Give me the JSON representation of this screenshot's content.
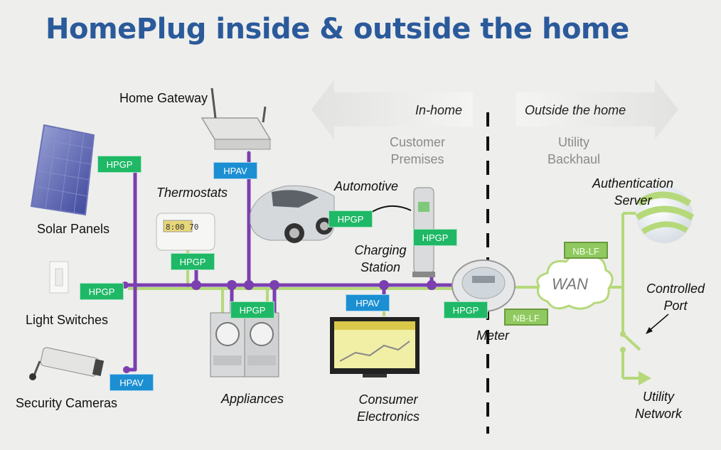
{
  "title": "HomePlug inside & outside the home",
  "zones": {
    "in_home": "In-home",
    "outside_home": "Outside the home",
    "customer_premises": [
      "Customer",
      "Premises"
    ],
    "utility_backhaul": [
      "Utility",
      "Backhaul"
    ]
  },
  "devices": {
    "home_gateway": "Home Gateway",
    "solar_panels": "Solar Panels",
    "thermostats": "Thermostats",
    "automotive": "Automotive",
    "charging_station": [
      "Charging",
      "Station"
    ],
    "light_switches": "Light Switches",
    "security_cameras": "Security Cameras",
    "appliances": "Appliances",
    "consumer_electronics": [
      "Consumer",
      "Electronics"
    ],
    "meter": "Meter",
    "wan": "WAN",
    "auth_server": [
      "Authentication",
      "Server"
    ],
    "controlled_port": [
      "Controlled",
      "Port"
    ],
    "utility_network": [
      "Utility",
      "Network"
    ]
  },
  "tags": {
    "hpgp": "HPGP",
    "hpav": "HPAV",
    "nblf": "NB-LF"
  },
  "colors": {
    "title": "#2b5a9b",
    "inhome_line": "#7b3fb0",
    "outside_line": "#b5d97a",
    "hpgp": "#1fb866",
    "hpav": "#1b8fd2",
    "nblf": "#8fc960"
  },
  "icons": [
    "solar-panel-icon",
    "router-icon",
    "thermostat-icon",
    "car-icon",
    "ev-charger-icon",
    "light-switch-icon",
    "security-camera-icon",
    "washer-dryer-icon",
    "tv-icon",
    "electric-meter-icon",
    "cloud-icon",
    "server-globe-icon",
    "switch-icon"
  ]
}
